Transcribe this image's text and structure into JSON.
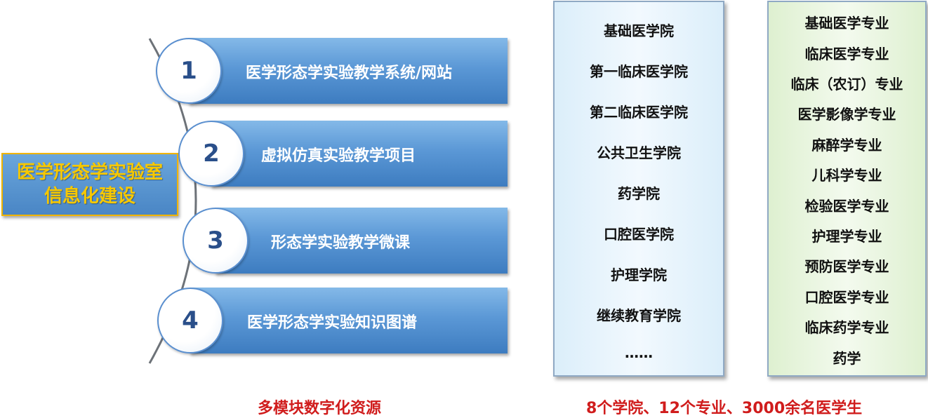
{
  "title": {
    "line1": "医学形态学实验室",
    "line2": "信息化建设"
  },
  "modules": [
    {
      "num": "1",
      "label": "医学形态学实验教学系统/网站"
    },
    {
      "num": "2",
      "label": "虚拟仿真实验教学项目"
    },
    {
      "num": "3",
      "label": "形态学实验教学微课"
    },
    {
      "num": "4",
      "label": "医学形态学实验知识图谱"
    }
  ],
  "colleges": [
    "基础医学院",
    "第一临床医学院",
    "第二临床医学院",
    "公共卫生学院",
    "药学院",
    "口腔医学院",
    "护理学院",
    "继续教育学院",
    "……"
  ],
  "majors": [
    "基础医学专业",
    "临床医学专业",
    "临床（农订）专业",
    "医学影像学专业",
    "麻醉学专业",
    "儿科学专业",
    "检验医学专业",
    "护理学专业",
    "预防医学专业",
    "口腔医学专业",
    "临床药学专业",
    "药学"
  ],
  "captions": {
    "left": "多模块数字化资源",
    "right": "8个学院、12个专业、3000余名医学生"
  },
  "colors": {
    "accent_blue": "#4a86c5",
    "title_yellow": "#f7c800",
    "caption_red": "#d01c1c"
  }
}
